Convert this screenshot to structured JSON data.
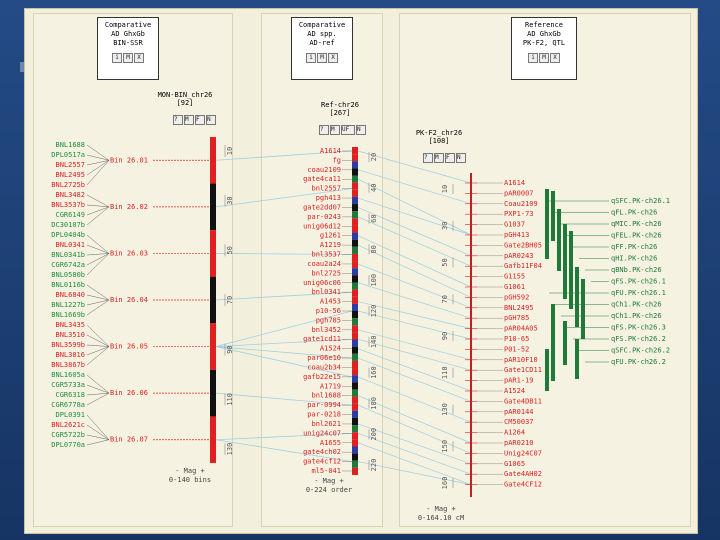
{
  "colors": {
    "red": "#e02020",
    "green": "#1f8f3a",
    "link": "#9ecfe0",
    "black": "#111111",
    "dark_green": "#1f7a3a"
  },
  "panels": [
    {
      "card": [
        "Comparative",
        "AD GhxGb",
        "BIN-SSR"
      ]
    },
    {
      "card": [
        "Comparative",
        "AD spp.",
        "AD-ref"
      ]
    },
    {
      "card": [
        "Reference",
        "AD GhxGb",
        "PK-F2, QTL"
      ]
    }
  ],
  "card_buttons": [
    "i",
    "M",
    "X"
  ],
  "map_buttons": {
    "bin": [
      "?",
      "M",
      "F",
      "N"
    ],
    "ref": [
      "?",
      "M",
      "UF",
      "N"
    ],
    "pk": [
      "?",
      "M",
      "F",
      "N"
    ]
  },
  "maps": {
    "bin": {
      "name": "MON-BIN_chr26",
      "count": "[92]",
      "footer": [
        "- Mag +",
        "0-140 bins"
      ]
    },
    "ref": {
      "name": "Ref-chr26",
      "count": "[267]",
      "footer": [
        "- Mag +",
        "0-224 order"
      ]
    },
    "pk": {
      "name": "PK-F2_chr26",
      "count": "[108]",
      "footer": [
        "- Mag +",
        "0-164.10 cM"
      ]
    }
  },
  "bin_markers": [
    {
      "label": "BNL1688",
      "c": "g"
    },
    {
      "label": "DPL0517a",
      "c": "g"
    },
    {
      "label": "BNL2557",
      "c": "r"
    },
    {
      "label": "BNL2495",
      "c": "r"
    },
    {
      "label": "BNL2725b",
      "c": "r"
    },
    {
      "label": "BNL3482",
      "c": "r"
    },
    {
      "label": "BNL3537b",
      "c": "r"
    },
    {
      "label": "CGR6149",
      "c": "g"
    },
    {
      "label": "DC30107b",
      "c": "g"
    },
    {
      "label": "DPL0404b",
      "c": "g"
    },
    {
      "label": "BNL0341",
      "c": "r"
    },
    {
      "label": "BNL0341b",
      "c": "g"
    },
    {
      "label": "CGR6742a",
      "c": "g"
    },
    {
      "label": "BNL0580b",
      "c": "g"
    },
    {
      "label": "BNL0116b",
      "c": "g"
    },
    {
      "label": "BNL6840",
      "c": "r"
    },
    {
      "label": "BNL1227b",
      "c": "g"
    },
    {
      "label": "BNL1669b",
      "c": "g"
    },
    {
      "label": "BNL3435",
      "c": "r"
    },
    {
      "label": "BNL3510",
      "c": "r"
    },
    {
      "label": "BNL3599b",
      "c": "r"
    },
    {
      "label": "BNL3816",
      "c": "r"
    },
    {
      "label": "BNL3867b",
      "c": "r"
    },
    {
      "label": "BNL1605a",
      "c": "g"
    },
    {
      "label": "CGR5733a",
      "c": "g"
    },
    {
      "label": "CGR6318",
      "c": "g"
    },
    {
      "label": "CGR6778a",
      "c": "g"
    },
    {
      "label": "DPL0391",
      "c": "g"
    },
    {
      "label": "BNL2621c",
      "c": "r"
    },
    {
      "label": "CGR5722b",
      "c": "g"
    },
    {
      "label": "DPL0770a",
      "c": "g"
    }
  ],
  "bins": [
    "Bin 26.01",
    "Bin 26.02",
    "Bin 26.03",
    "Bin 26.04",
    "Bin 26.05",
    "Bin 26.06",
    "Bin 26.07"
  ],
  "bin_ticks": [
    "10",
    "30",
    "50",
    "70",
    "90",
    "110",
    "130"
  ],
  "ref_markers_left": [
    "A1614",
    "fg",
    "coau2109",
    "gate4ca11",
    "bnl2557",
    "pgh413",
    "gate2dd07",
    "par-0243",
    "unig06d12",
    "g1261",
    "A1219",
    "bnl3537",
    "coau2a24",
    "bnl2725",
    "unig06c06",
    "bnl0341",
    "A1453",
    "p10-56",
    "pgh785",
    "bnl3452",
    "gate1cd11",
    "A1524",
    "par06e10",
    "coau2b34",
    "gafb22e15",
    "A1719",
    "bnl1688",
    "par-0994",
    "par-0218",
    "bnl2621",
    "unig24c07",
    "A1655",
    "gate4ch02",
    "gate4cf12",
    "ml5-041"
  ],
  "ref_ticks": [
    "20",
    "40",
    "60",
    "80",
    "100",
    "120",
    "140",
    "160",
    "180",
    "200",
    "220"
  ],
  "pk_markers": [
    "A1614",
    "pAR0007",
    "Coau2109",
    "PXP1-73",
    "G1037",
    "pGH413",
    "Gate2BH05",
    "pAR0243",
    "Gafb11F04",
    "G1155",
    "G1061",
    "pGH592",
    "BNL2495",
    "pGH785",
    "pAR04A05",
    "P10-65",
    "P01-52",
    "pAR10F10",
    "Gate1CD11",
    "pAR1-19",
    "A1524",
    "Gate4DB11",
    "pAR0144",
    "CM50037",
    "A1264",
    "pAR0210",
    "Unig24C07",
    "G1065",
    "Gate4AH02",
    "Gate4CF12"
  ],
  "pk_ticks": [
    "10",
    "30",
    "50",
    "70",
    "90",
    "110",
    "130",
    "150",
    "160"
  ],
  "qtls": [
    "qSFC.PK-ch26.1",
    "qFL.PK-ch26",
    "qMIC.PK-ch26",
    "qFEL.PK-ch26",
    "qFF.PK-ch26",
    "qHI.PK-ch26",
    "qBNb.PK-ch26",
    "qFS.PK-ch26.1",
    "qFU.PK-ch26.1",
    "qCh1.PK-ch26",
    "qCh1.PK-ch26",
    "qFS.PK-ch26.3",
    "qFS.PK-ch26.2",
    "qSFC.PK-ch26.2",
    "qFU.PK-ch26.2"
  ]
}
